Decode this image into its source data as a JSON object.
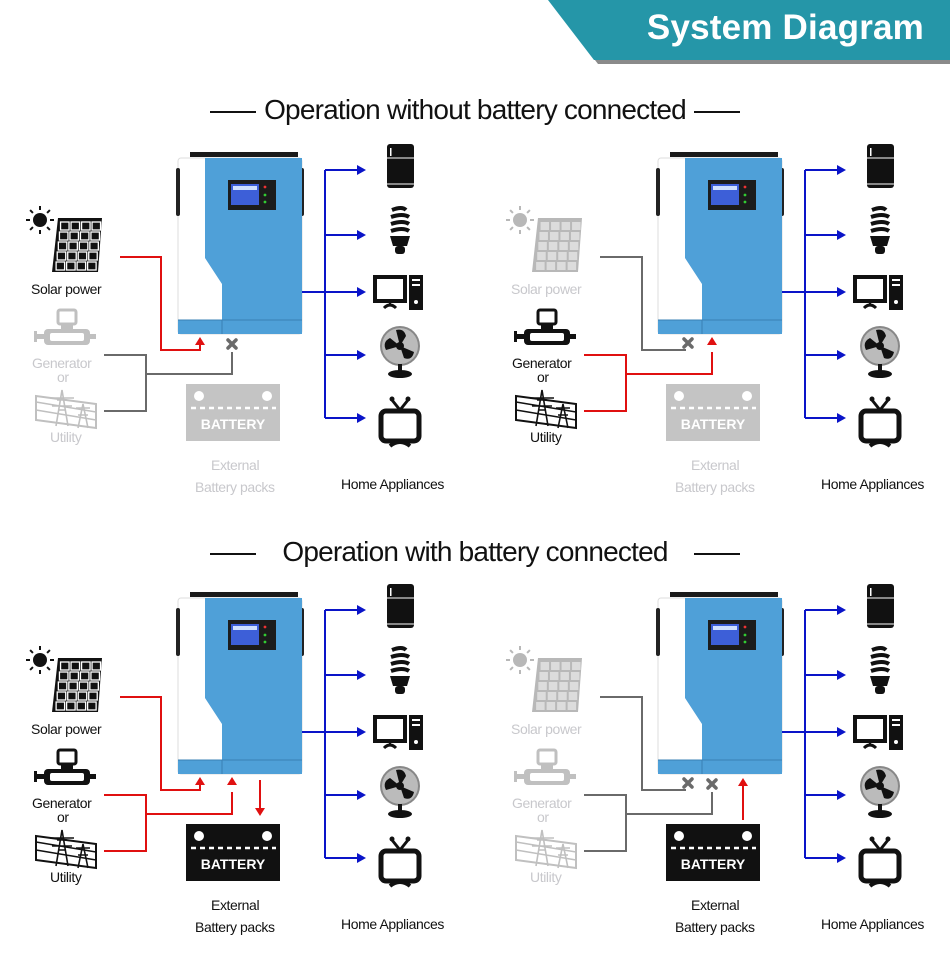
{
  "header": {
    "title": "System Diagram",
    "banner_color": "#2596a8"
  },
  "sections": [
    {
      "title": "Operation without battery connected"
    },
    {
      "title": "Operation with battery connected"
    }
  ],
  "colors": {
    "active_line": "#e01010",
    "inactive_line": "#6a6a6a",
    "output_line": "#0a14c8",
    "inverter_blue": "#4fa0d8",
    "dim_text": "#c8c8cc"
  },
  "panels": [
    {
      "id": "no-battery-solar",
      "labels": {
        "solar": "Solar power",
        "generator": "Generator",
        "or": "or",
        "utility": "Utility",
        "battery_line1": "External",
        "battery_line2": "Battery packs",
        "appliances": "Home Appliances",
        "battery_text": "BATTERY"
      },
      "active": {
        "solar": true,
        "generator": false,
        "utility": false,
        "battery": false
      },
      "disconnected": [
        "grid-input"
      ]
    },
    {
      "id": "no-battery-grid",
      "labels": {
        "solar": "Solar power",
        "generator": "Generator",
        "or": "or",
        "utility": "Utility",
        "battery_line1": "External",
        "battery_line2": "Battery packs",
        "appliances": "Home Appliances",
        "battery_text": "BATTERY"
      },
      "active": {
        "solar": false,
        "generator": true,
        "utility": true,
        "battery": false
      },
      "disconnected": [
        "solar-input"
      ]
    },
    {
      "id": "battery-charging",
      "labels": {
        "solar": "Solar power",
        "generator": "Generator",
        "or": "or",
        "utility": "Utility",
        "battery_line1": "External",
        "battery_line2": "Battery packs",
        "appliances": "Home Appliances",
        "battery_text": "BATTERY"
      },
      "active": {
        "solar": true,
        "generator": true,
        "utility": true,
        "battery": true
      },
      "disconnected": []
    },
    {
      "id": "battery-discharging",
      "labels": {
        "solar": "Solar power",
        "generator": "Generator",
        "or": "or",
        "utility": "Utility",
        "battery_line1": "External",
        "battery_line2": "Battery packs",
        "appliances": "Home Appliances",
        "battery_text": "BATTERY"
      },
      "active": {
        "solar": false,
        "generator": false,
        "utility": false,
        "battery": true
      },
      "disconnected": [
        "solar-input",
        "grid-input"
      ]
    }
  ],
  "appliances": [
    {
      "name": "refrigerator",
      "icon": "refrigerator-icon"
    },
    {
      "name": "light bulb",
      "icon": "cfl-bulb-icon"
    },
    {
      "name": "computer",
      "icon": "computer-icon"
    },
    {
      "name": "fan",
      "icon": "fan-icon"
    },
    {
      "name": "television",
      "icon": "tv-icon"
    }
  ]
}
